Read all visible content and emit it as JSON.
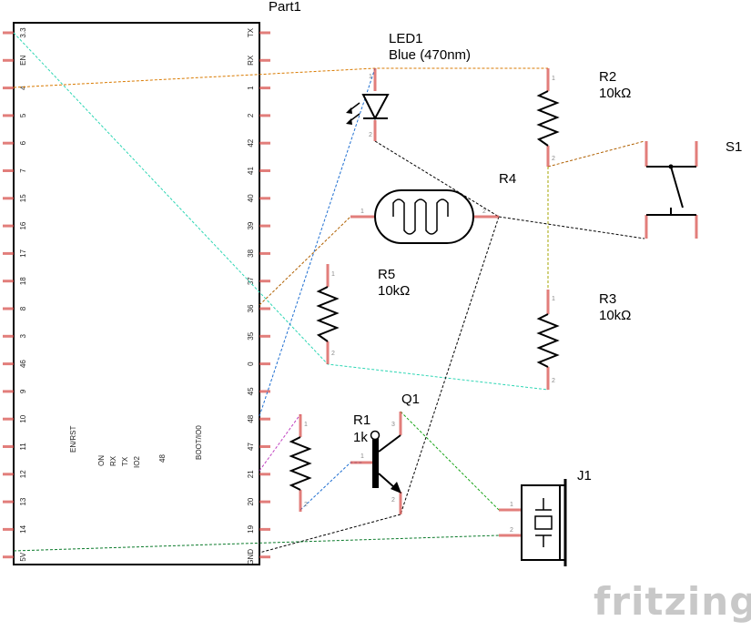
{
  "title": "Part1",
  "mcu": {
    "left_pins": [
      "3.3",
      "EN",
      "4",
      "5",
      "6",
      "7",
      "15",
      "16",
      "17",
      "18",
      "8",
      "3",
      "46",
      "9",
      "10",
      "11",
      "12",
      "13",
      "14",
      "5V"
    ],
    "right_pins": [
      "TX",
      "RX",
      "1",
      "2",
      "42",
      "41",
      "40",
      "39",
      "38",
      "37",
      "36",
      "35",
      "0",
      "45",
      "48",
      "47",
      "21",
      "20",
      "19",
      "GND"
    ],
    "inner_labels": [
      "EN/RST",
      "ON",
      "RX",
      "TX",
      "IO2",
      "48",
      "BOOT/IO0"
    ]
  },
  "components": {
    "led1": {
      "name": "LED1",
      "value": "Blue (470nm)"
    },
    "r2": {
      "name": "R2",
      "value": "10kΩ"
    },
    "r3": {
      "name": "R3",
      "value": "10kΩ"
    },
    "r4": {
      "name": "R4"
    },
    "r5": {
      "name": "R5",
      "value": "10kΩ"
    },
    "r1": {
      "name": "R1",
      "value": "1k"
    },
    "q1": {
      "name": "Q1"
    },
    "s1": {
      "name": "S1"
    },
    "j1": {
      "name": "J1"
    }
  },
  "pin_numbers": {
    "one": "1",
    "two": "2",
    "three": "3"
  },
  "colors": {
    "orange": "#d97a00",
    "cyan": "#2ed6b4",
    "blue": "#1f6fd1",
    "black": "#000000",
    "green": "#1aa51a",
    "darkgreen": "#0a7a2a",
    "olive": "#a6a600",
    "brown": "#b06000",
    "magenta": "#c040c0",
    "pin": "#d9534f"
  },
  "watermark": "fritzing"
}
